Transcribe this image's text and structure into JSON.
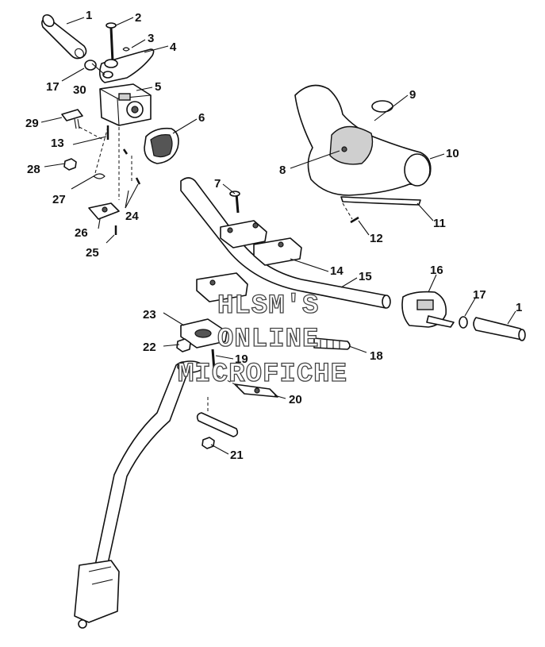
{
  "watermark": {
    "line1": "HLSM'S",
    "line2": "ONLINE",
    "line3": "MICROFICHE"
  },
  "callouts": [
    {
      "id": "c1a",
      "label": "1"
    },
    {
      "id": "c2",
      "label": "2"
    },
    {
      "id": "c3",
      "label": "3"
    },
    {
      "id": "c4",
      "label": "4"
    },
    {
      "id": "c5",
      "label": "5"
    },
    {
      "id": "c6",
      "label": "6"
    },
    {
      "id": "c7",
      "label": "7"
    },
    {
      "id": "c8",
      "label": "8"
    },
    {
      "id": "c9",
      "label": "9"
    },
    {
      "id": "c10",
      "label": "10"
    },
    {
      "id": "c11",
      "label": "11"
    },
    {
      "id": "c12",
      "label": "12"
    },
    {
      "id": "c13",
      "label": "13"
    },
    {
      "id": "c14",
      "label": "14"
    },
    {
      "id": "c15",
      "label": "15"
    },
    {
      "id": "c16",
      "label": "16"
    },
    {
      "id": "c17a",
      "label": "17"
    },
    {
      "id": "c17b",
      "label": "17"
    },
    {
      "id": "c1b",
      "label": "1"
    },
    {
      "id": "c18",
      "label": "18"
    },
    {
      "id": "c19",
      "label": "19"
    },
    {
      "id": "c20",
      "label": "20"
    },
    {
      "id": "c21",
      "label": "21"
    },
    {
      "id": "c22",
      "label": "22"
    },
    {
      "id": "c23",
      "label": "23"
    },
    {
      "id": "c24",
      "label": "24"
    },
    {
      "id": "c25",
      "label": "25"
    },
    {
      "id": "c26",
      "label": "26"
    },
    {
      "id": "c27",
      "label": "27"
    },
    {
      "id": "c28",
      "label": "28"
    },
    {
      "id": "c29",
      "label": "29"
    },
    {
      "id": "c30",
      "label": "30"
    }
  ]
}
